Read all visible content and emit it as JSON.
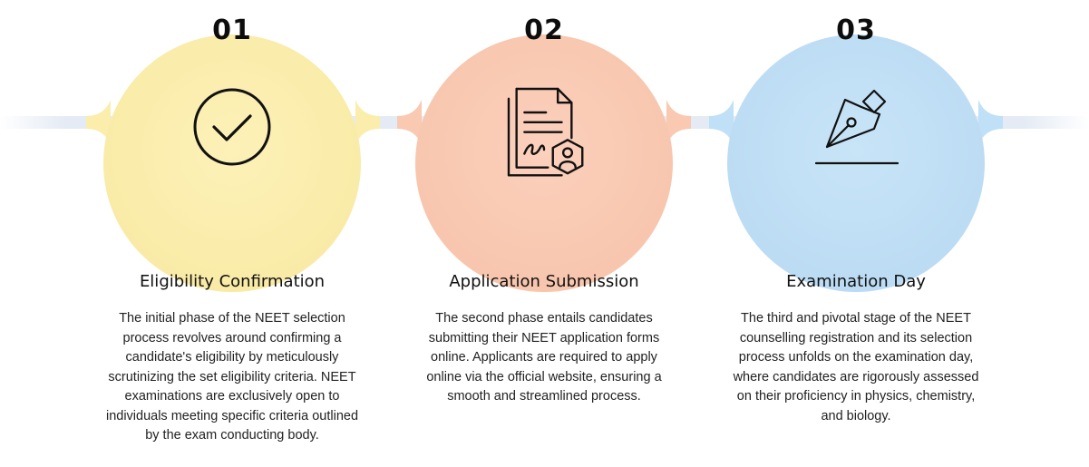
{
  "steps": [
    {
      "number": "01",
      "title": "Eligibility Confirmation",
      "description": "The initial phase of the NEET selection process revolves around confirming a candidate's eligibility by meticulously scrutinizing the set eligibility criteria. NEET examinations are exclusively open to individuals meeting specific criteria outlined by the exam conducting body.",
      "icon": "check-circle-icon",
      "color": "#fbedab"
    },
    {
      "number": "02",
      "title": "Application Submission",
      "description": "The second phase entails candidates submitting their NEET application forms online. Applicants are required to apply online via the official website, ensuring a smooth and streamlined process.",
      "icon": "application-form-icon",
      "color": "#f9c9b1"
    },
    {
      "number": "03",
      "title": "Examination Day",
      "description": "The third and pivotal stage of the NEET counselling registration and its selection process unfolds on the examination day, where candidates are rigorously assessed on their proficiency in physics, chemistry, and biology.",
      "icon": "fountain-pen-icon",
      "color": "#bfe0f6"
    }
  ],
  "connector_color": "#e4ebf5"
}
